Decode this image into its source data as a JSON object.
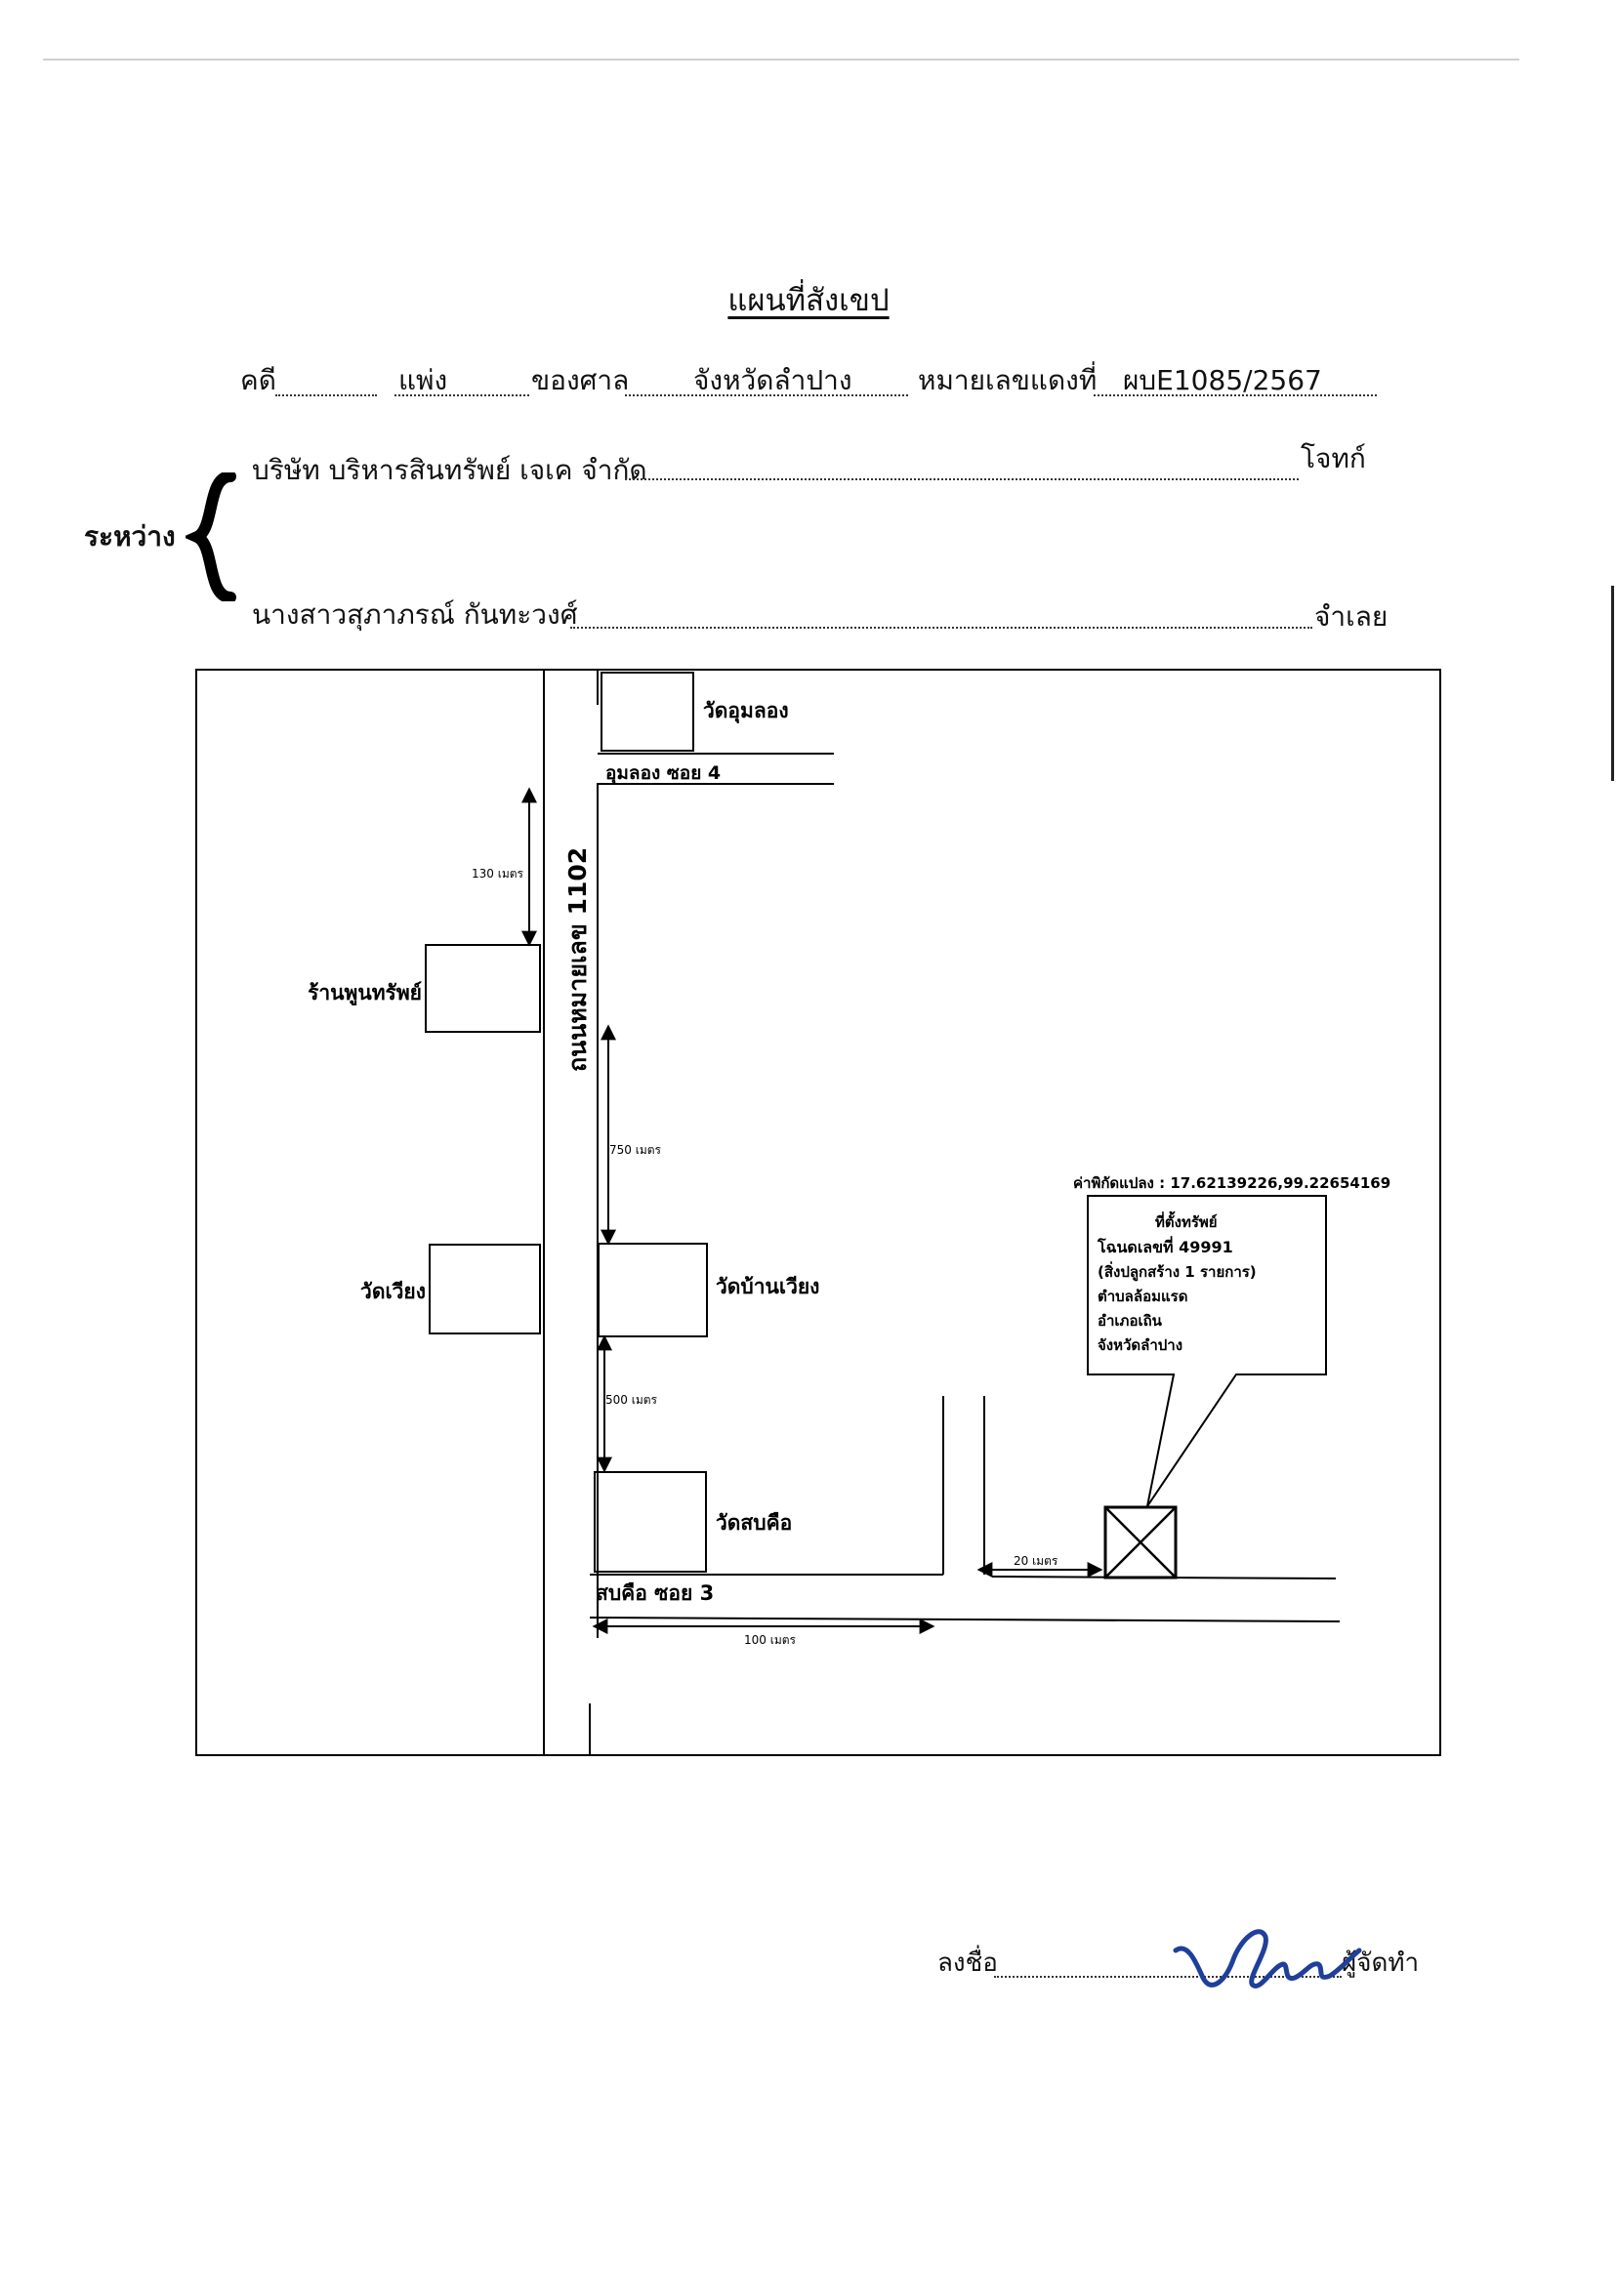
{
  "document": {
    "title": "แผนที่สังเขป"
  },
  "case_header": {
    "case_label": "คดี",
    "case_type": "แพ่ง",
    "court_label": "ของศาล",
    "court": "จังหวัดลำปาง",
    "red_number_label": "หมายเลขแดงที่",
    "red_number": "ผบE1085/2567"
  },
  "parties": {
    "between_label": "ระหว่าง",
    "plaintiff": "บริษัท บริหารสินทรัพย์ เจเค จำกัด",
    "plaintiff_role": "โจทก์",
    "defendant": "นางสาวสุภาภรณ์ กันทะวงศ์",
    "defendant_role": "จำเลย"
  },
  "map": {
    "main_road": "ถนนหมายเลข 1102",
    "soi_top": "อุมลอง ซอย 4",
    "soi_bottom": "สบคือ ซอย 3",
    "landmarks": {
      "wat_umlong": "วัดอุมลอง",
      "pawn_shop": "ร้านพูนทรัพย์",
      "wat_wiang": "วัดเวียง",
      "wat_ban_wiang": "วัดบ้านเวียง",
      "wat_sop_khue": "วัดสบคือ"
    },
    "distances": {
      "d130": "130 เมตร",
      "d750": "750 เมตร",
      "d500": "500 เมตร",
      "d20": "20 เมตร",
      "d100": "100 เมตร"
    },
    "coordinates": "ค่าพิกัดแปลง : 17.62139226,99.22654169",
    "property_callout": {
      "title": "ที่ตั้งทรัพย์",
      "deed": "โฉนดเลขที่ 49991",
      "buildings": "(สิ่งปลูกสร้าง 1 รายการ)",
      "subdistrict": "ตำบลล้อมแรด",
      "district": "อำเภอเถิน",
      "province": "จังหวัดลำปาง"
    }
  },
  "signature": {
    "sign_label": "ลงชื่อ",
    "role": "ผู้จัดทำ",
    "ink_color": "#1f3f9a"
  }
}
